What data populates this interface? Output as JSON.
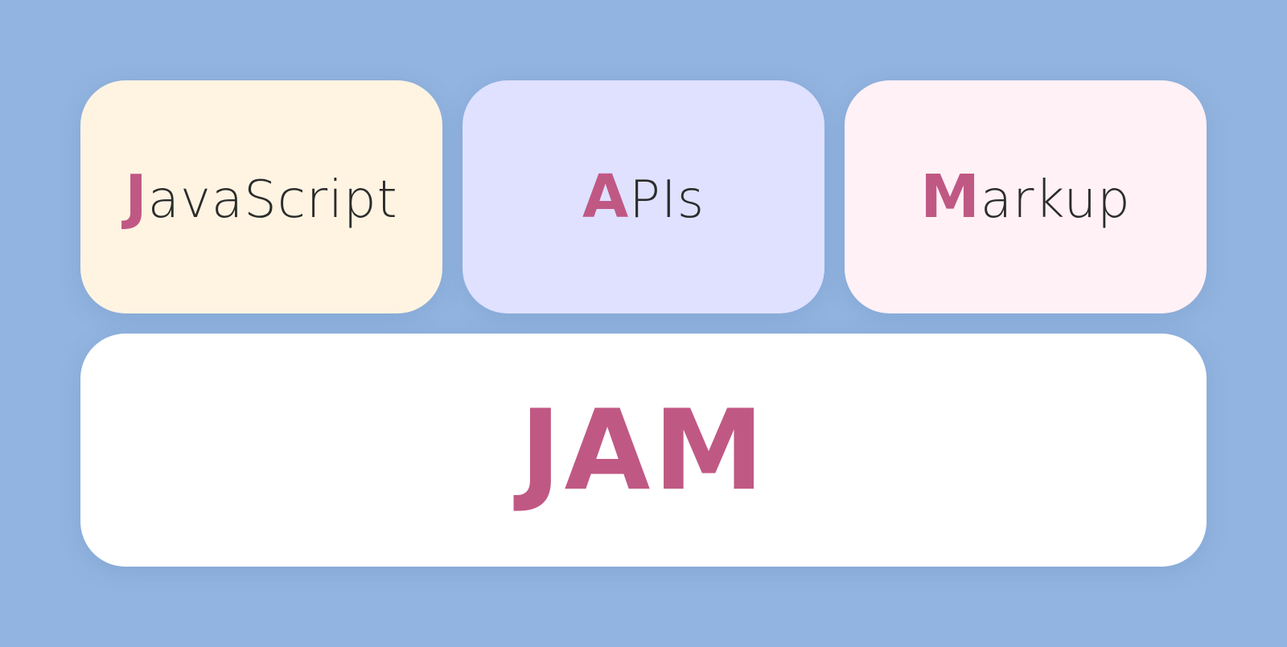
{
  "colors": {
    "background": "#92b4e0",
    "accent": "#c05884",
    "text": "#2c2c2c",
    "card_javascript": "#fff4e2",
    "card_apis": "#dfe1ff",
    "card_markup": "#fff1f6",
    "card_jam": "#ffffff"
  },
  "cards": [
    {
      "initial": "J",
      "rest": "avaScript"
    },
    {
      "initial": "A",
      "rest": "PIs"
    },
    {
      "initial": "M",
      "rest": "arkup"
    }
  ],
  "result": {
    "label": "JAM"
  }
}
